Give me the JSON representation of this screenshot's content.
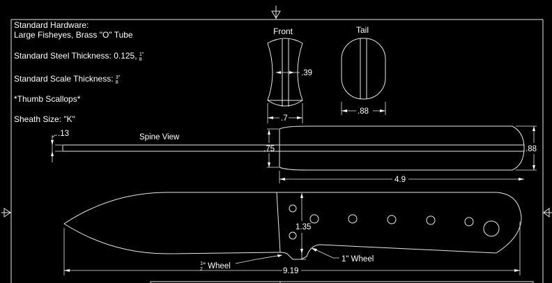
{
  "notes": {
    "hardware_title": "Standard Hardware:",
    "hardware_value": "Large Fisheyes, Brass \"O\" Tube",
    "steel_label": "Standard Steel Thickness: 0.125, ",
    "steel_frac_num": "1",
    "steel_frac_den": "8",
    "steel_unit": "\"",
    "scale_label": "Standard Scale Thickness: ",
    "scale_frac_num": "3",
    "scale_frac_den": "8",
    "scale_unit": "\"",
    "scallops": "*Thumb Scallops*",
    "sheath": "Sheath Size: \"K\""
  },
  "front_view": {
    "title": "Front",
    "waist_dim": ".39",
    "width_dim": ".7"
  },
  "tail_view": {
    "title": "Tail",
    "width_dim": ".88"
  },
  "spine_view": {
    "title": "Spine View",
    "thickness_dim": ".13",
    "handle_front_dim": ".75",
    "handle_rear_dim": ".88",
    "handle_length_dim": "4.9"
  },
  "profile": {
    "handle_height_dim": "1.35",
    "overall_length_dim": "9.19",
    "half_wheel_num": "1",
    "half_wheel_den": "2",
    "half_wheel_label": "\" Wheel",
    "one_wheel_label": "1\" Wheel"
  }
}
